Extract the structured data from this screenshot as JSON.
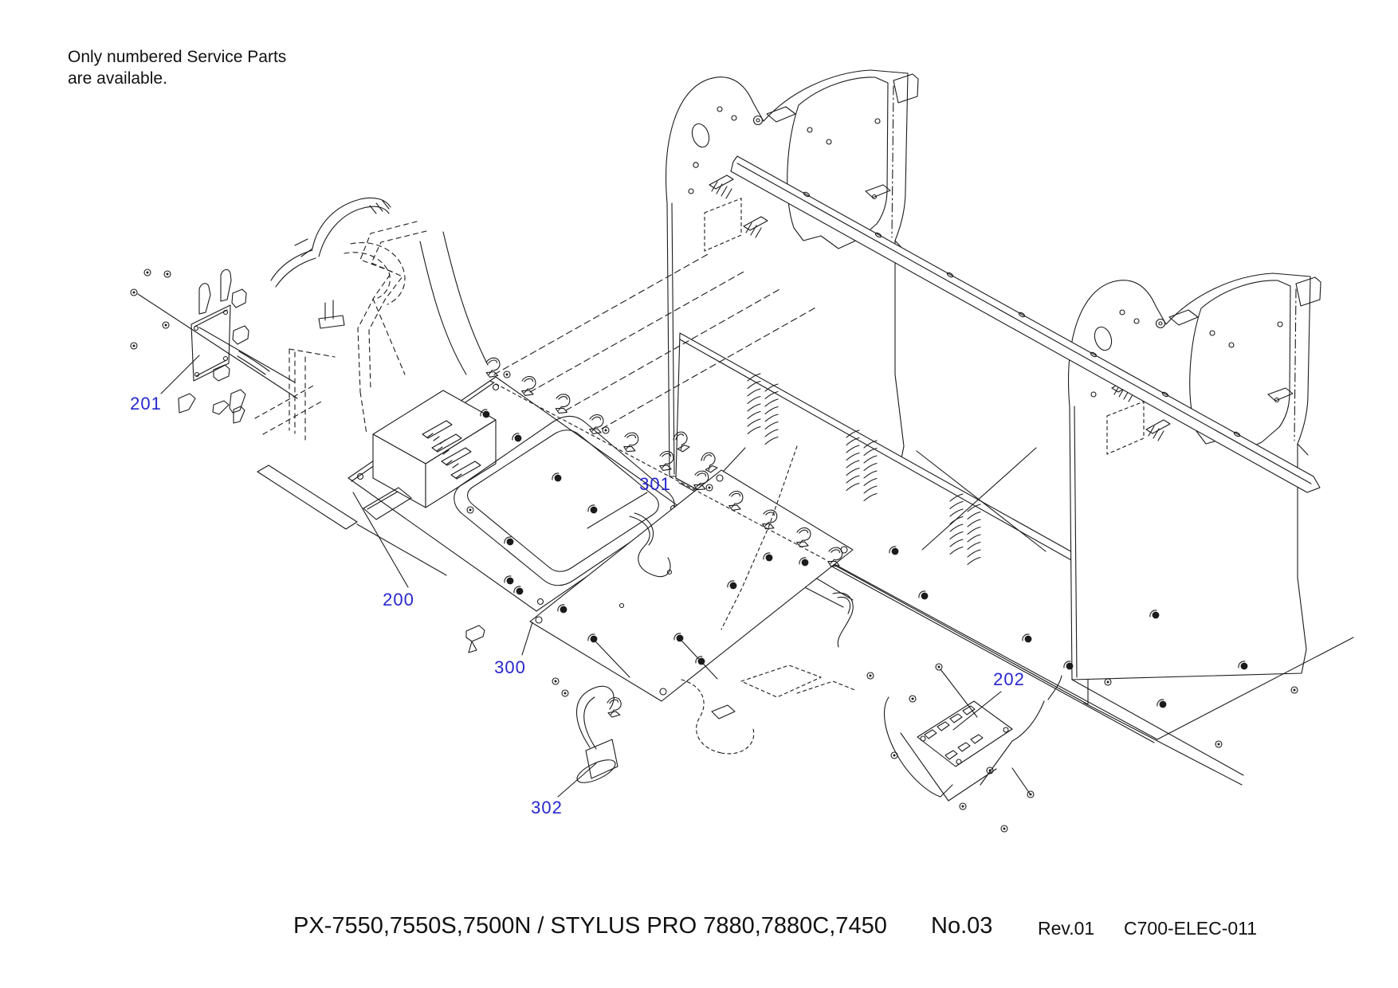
{
  "note": {
    "line1": "Only numbered Service Parts",
    "line2": "are available."
  },
  "part_labels": {
    "p200": "200",
    "p201": "201",
    "p202": "202",
    "p300": "300",
    "p301": "301",
    "p302": "302"
  },
  "footer": {
    "models": "PX-7550,7550S,7500N / STYLUS PRO 7880,7880C,7450",
    "sheet": "No.03",
    "revision": "Rev.01",
    "code": "C700-ELEC-011"
  },
  "colors": {
    "label_blue": "#2626cf",
    "line_ink": "#1b1b1b",
    "background": "#ffffff"
  }
}
